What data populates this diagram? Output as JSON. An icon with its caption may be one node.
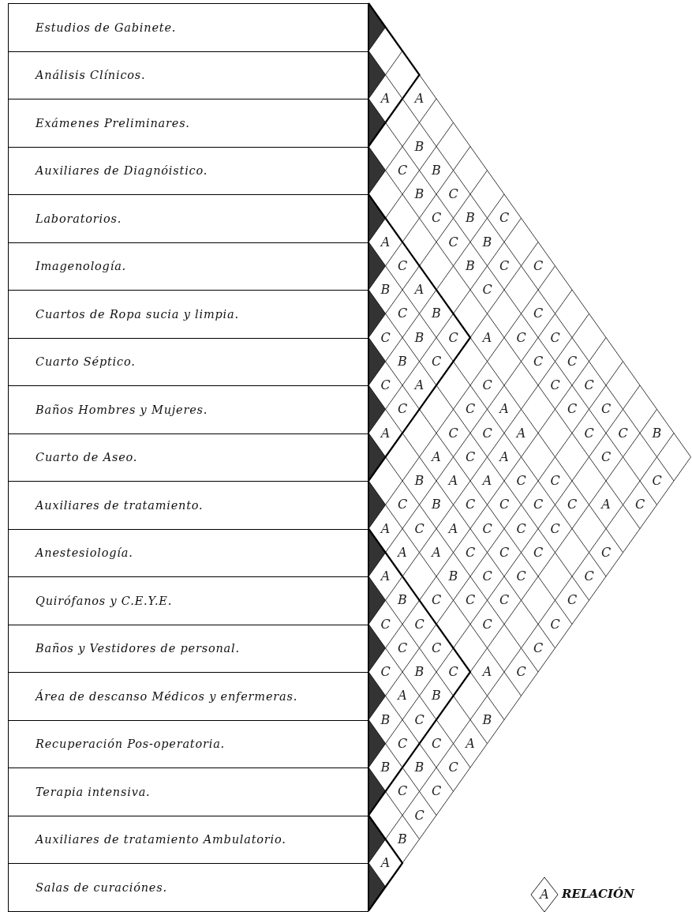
{
  "diagram": {
    "nodes": [
      {
        "text": [
          "Estudios de Gabinete."
        ]
      },
      {
        "text": [
          "Análisis Clínicos."
        ]
      },
      {
        "text": [
          "Exámenes Preliminares."
        ]
      },
      {
        "text": [
          "Auxiliares de Diagnóistico."
        ]
      },
      {
        "text": [
          "Laboratorios."
        ]
      },
      {
        "text": [
          "Imagenología."
        ]
      },
      {
        "text": [
          "Cuartos de Ropa sucia y limpia."
        ]
      },
      {
        "text": [
          "Cuarto Séptico."
        ]
      },
      {
        "text": [
          "Baños Hombres y Mujeres."
        ]
      },
      {
        "text": [
          "Cuarto de Aseo."
        ]
      },
      {
        "text": [
          "Auxiliares de tratamiento."
        ]
      },
      {
        "text": [
          "Anestesiología."
        ]
      },
      {
        "text": [
          "Quirófanos y C.E.Y.E."
        ]
      },
      {
        "text": [
          "Baños y Vestidores de personal."
        ]
      },
      {
        "text": [
          "Área de descanso Médicos y enfermeras."
        ]
      },
      {
        "text": [
          "Recuperación Pos-operatoria."
        ]
      },
      {
        "text": [
          "Terapia intensiva."
        ]
      },
      {
        "text": [
          "Auxiliares de tratamiento Ambulatorio."
        ]
      },
      {
        "text": [
          "Salas de curaciónes."
        ]
      }
    ],
    "labels": [
      "A",
      "A",
      "B",
      "C",
      "B",
      "B",
      "C",
      "C",
      "B",
      "C",
      "A",
      "C",
      "B",
      "C",
      "B",
      "C",
      "C",
      "B",
      "A",
      "C",
      "C",
      "B",
      "C",
      "C",
      "B",
      "C",
      "A",
      "C",
      "C",
      "B",
      "C",
      "C",
      "C",
      "C",
      "A",
      "C",
      "C",
      "C",
      "C",
      "C",
      "A",
      "C",
      "C",
      "A",
      "C",
      "C",
      "A",
      "C",
      "C",
      "B",
      "A",
      "C",
      "A",
      "C",
      "B",
      "A",
      "A",
      "C",
      "C",
      "C",
      "C",
      "B",
      "C",
      "C",
      "C",
      "C",
      "A",
      "C",
      "A",
      "C",
      "A",
      "C",
      "C",
      "C",
      "A",
      "A",
      "C",
      "C",
      "C",
      "C",
      "A",
      "B",
      "C",
      "C",
      "C",
      "B",
      "C",
      "C",
      "C",
      "C",
      "C",
      "C",
      "C",
      "C",
      "C",
      "C",
      "C",
      "C",
      "B",
      "C",
      "A",
      "C",
      "A",
      "B",
      "B",
      "C",
      "B",
      "C",
      "C",
      "A",
      "B",
      "B",
      "C",
      "C",
      "C",
      "C",
      "B",
      "A",
      "A"
    ],
    "legend": [
      {
        "text": "RELACIÓN"
      }
    ]
  }
}
